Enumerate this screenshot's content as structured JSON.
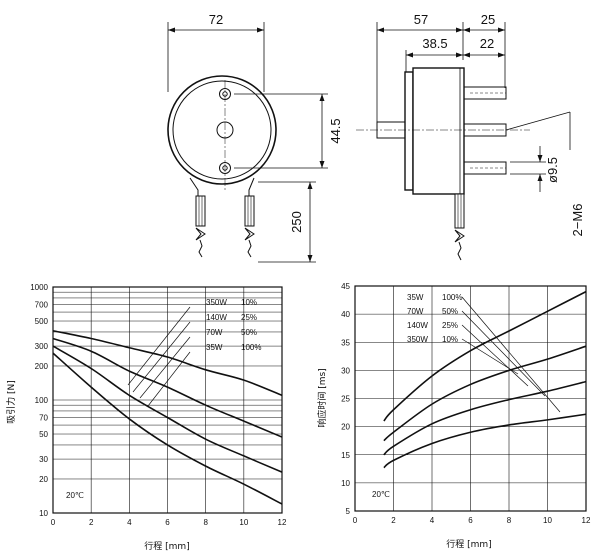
{
  "drawing": {
    "front_width": "72",
    "front_height": "44.5",
    "lead_length": "250",
    "side_total": "57",
    "side_shaft": "25",
    "side_body": "38.5",
    "side_stud": "22",
    "side_dia": "ø9.5",
    "side_thread": "2−M6"
  },
  "chart_data": [
    {
      "type": "line",
      "title": "",
      "ylabel": "吸引力 [N]",
      "xlabel": "行程 [mm]",
      "yscale": "log",
      "xlim": [
        0,
        12
      ],
      "ylim": [
        10,
        1000
      ],
      "xticks": [
        0,
        2,
        4,
        6,
        8,
        10,
        12
      ],
      "yticks": [
        10,
        20,
        30,
        50,
        70,
        100,
        200,
        300,
        500,
        700,
        1000
      ],
      "grid": true,
      "note": "20℃",
      "legend": [
        {
          "w": "350W",
          "p": "10%"
        },
        {
          "w": "140W",
          "p": "25%"
        },
        {
          "w": "70W",
          "p": "50%"
        },
        {
          "w": "35W",
          "p": "100%"
        }
      ],
      "series": [
        {
          "x": [
            0,
            2,
            4,
            6,
            8,
            10,
            12
          ],
          "y": [
            410,
            350,
            290,
            240,
            185,
            150,
            110
          ]
        },
        {
          "x": [
            0,
            2,
            4,
            6,
            8,
            10,
            12
          ],
          "y": [
            350,
            270,
            180,
            130,
            90,
            65,
            47
          ]
        },
        {
          "x": [
            0,
            2,
            4,
            6,
            8,
            10,
            12
          ],
          "y": [
            300,
            190,
            110,
            70,
            45,
            32,
            23
          ]
        },
        {
          "x": [
            0,
            2,
            4,
            6,
            8,
            10,
            12
          ],
          "y": [
            260,
            130,
            68,
            40,
            26,
            18,
            12
          ]
        }
      ]
    },
    {
      "type": "line",
      "title": "",
      "ylabel": "响应时间 [ms]",
      "xlabel": "行程 [mm]",
      "xlim": [
        0,
        12
      ],
      "ylim": [
        5,
        45
      ],
      "xticks": [
        0,
        2,
        4,
        6,
        8,
        10,
        12
      ],
      "yticks": [
        5,
        10,
        15,
        20,
        25,
        30,
        35,
        40,
        45
      ],
      "grid": true,
      "note": "20℃",
      "legend": [
        {
          "w": "35W",
          "p": "100%"
        },
        {
          "w": "70W",
          "p": "50%"
        },
        {
          "w": "140W",
          "p": "25%"
        },
        {
          "w": "350W",
          "p": "10%"
        }
      ],
      "series": [
        {
          "x": [
            1.5,
            2,
            4,
            6,
            8,
            10,
            12
          ],
          "y": [
            21,
            23,
            29,
            33.5,
            37,
            40.5,
            44
          ]
        },
        {
          "x": [
            1.5,
            2,
            4,
            6,
            8,
            10,
            12
          ],
          "y": [
            17.5,
            19,
            24,
            27.5,
            30,
            32,
            34.3
          ]
        },
        {
          "x": [
            1.5,
            2,
            4,
            6,
            8,
            10,
            12
          ],
          "y": [
            15,
            16.5,
            20.5,
            23,
            24.8,
            26.3,
            28
          ]
        },
        {
          "x": [
            1.5,
            2,
            4,
            6,
            8,
            10,
            12
          ],
          "y": [
            12.7,
            14,
            17,
            19,
            20.3,
            21.2,
            22.2
          ]
        }
      ]
    }
  ]
}
